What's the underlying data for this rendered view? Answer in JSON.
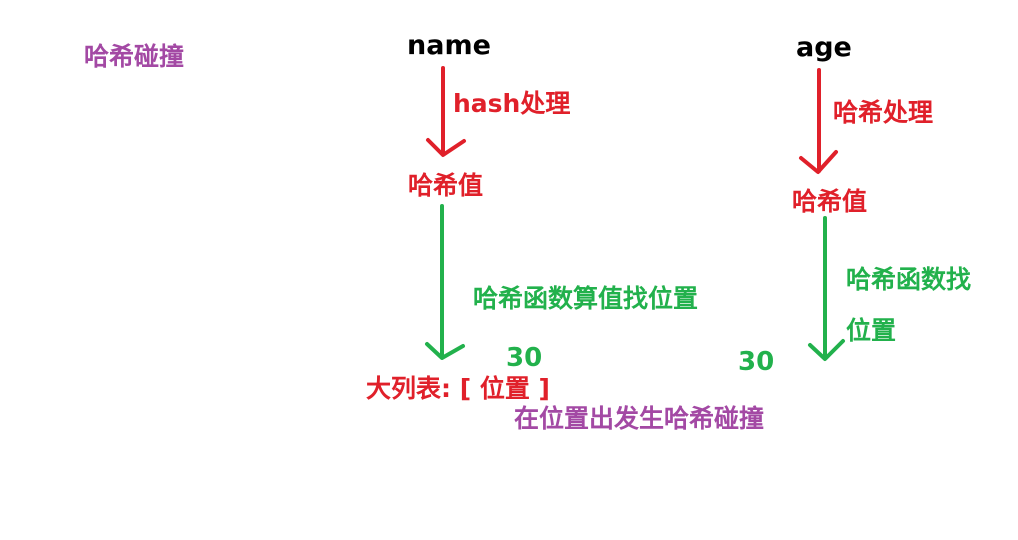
{
  "title": "哈希碰撞",
  "left": {
    "key": "name",
    "hash_step": "hash处理",
    "hash_value": "哈希值",
    "index_step": "哈希函数算值找位置",
    "index_value": "30",
    "table_label": "大列表: [ 位置 ]"
  },
  "right": {
    "key": "age",
    "hash_step": "哈希处理",
    "hash_value": "哈希值",
    "index_step_line1": "哈希函数找",
    "index_step_line2": "位置",
    "index_value": "30"
  },
  "collision_note": "在位置出发生哈希碰撞",
  "colors": {
    "hash_arrow": "#e0202a",
    "index_arrow": "#22b14c",
    "note": "#a349a4"
  }
}
